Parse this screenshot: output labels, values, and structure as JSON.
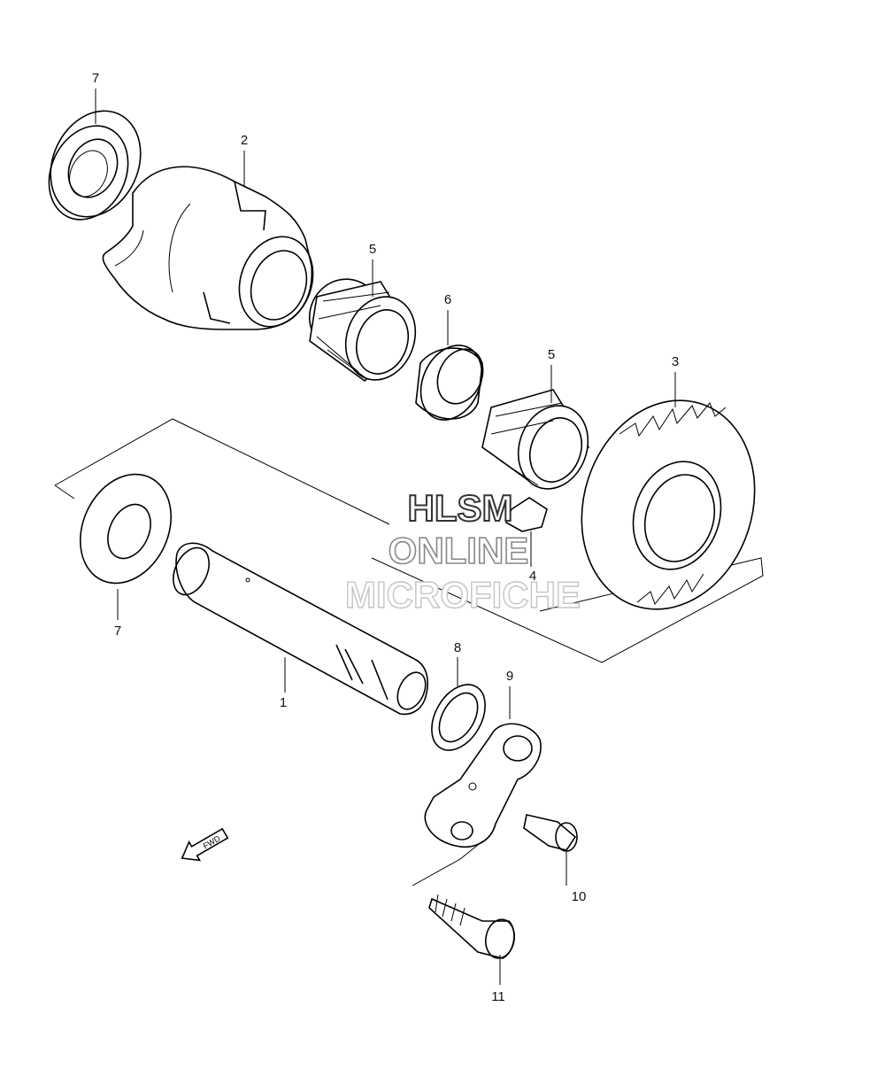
{
  "callouts": {
    "p1": "1",
    "p2": "2",
    "p3": "3",
    "p4": "4",
    "p5a": "5",
    "p5b": "5",
    "p6": "6",
    "p7a": "7",
    "p7b": "7",
    "p8": "8",
    "p9": "9",
    "p10": "10",
    "p11": "11"
  },
  "fwd_label": "FWD",
  "watermark": {
    "line1": "HLSM",
    "line2": "ONLINE",
    "line3": "MICROFICHE"
  }
}
